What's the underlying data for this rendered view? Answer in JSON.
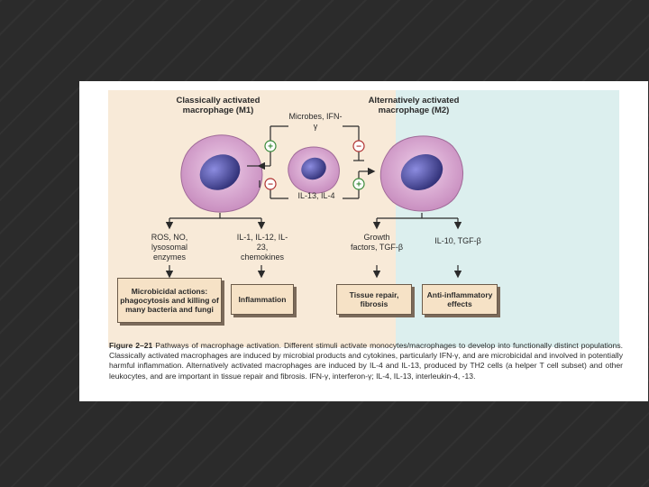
{
  "diagram": {
    "m1_title": "Classically activated macrophage (M1)",
    "m2_title": "Alternatively activated macrophage (M2)",
    "stimulus_m1": "Microbes, IFN-γ",
    "stimulus_m2": "IL-13, IL-4",
    "sign_plus": "+",
    "sign_minus": "−",
    "m1_products_1": "ROS, NO, lysosomal enzymes",
    "m1_products_2": "IL-1, IL-12, IL-23, chemokines",
    "m2_products_1": "Growth factors, TGF-β",
    "m2_products_2": "IL-10, TGF-β",
    "m1_effect_1": "Microbicidal actions: phagocytosis and killing of many bacteria and fungi",
    "m1_effect_2": "Inflammation",
    "m2_effect_1": "Tissue repair, fibrosis",
    "m2_effect_2": "Anti-inflammatory effects",
    "colors": {
      "m1_panel": "#f8ead8",
      "m2_panel": "#dcefee",
      "cell_cytoplasm": "#dca9d2",
      "cell_nucleus": "#5a5aa8",
      "plus_sign": "#3a8a3a",
      "minus_sign": "#b03030"
    }
  },
  "caption": {
    "figure_label": "Figure 2–21",
    "text": "Pathways of macrophage activation. Different stimuli activate monocytes/macrophages to develop into functionally distinct populations. Classically activated macrophages are induced by microbial products and cytokines, particularly IFN-γ, and are microbicidal and involved in potentially harmful inflammation. Alternatively activated macrophages are induced by IL-4 and IL-13, produced by TH2 cells (a helper T cell subset) and other leukocytes, and are important in tissue repair and fibrosis. IFN-γ, interferon-γ; IL-4, IL-13, interleukin-4, -13."
  }
}
